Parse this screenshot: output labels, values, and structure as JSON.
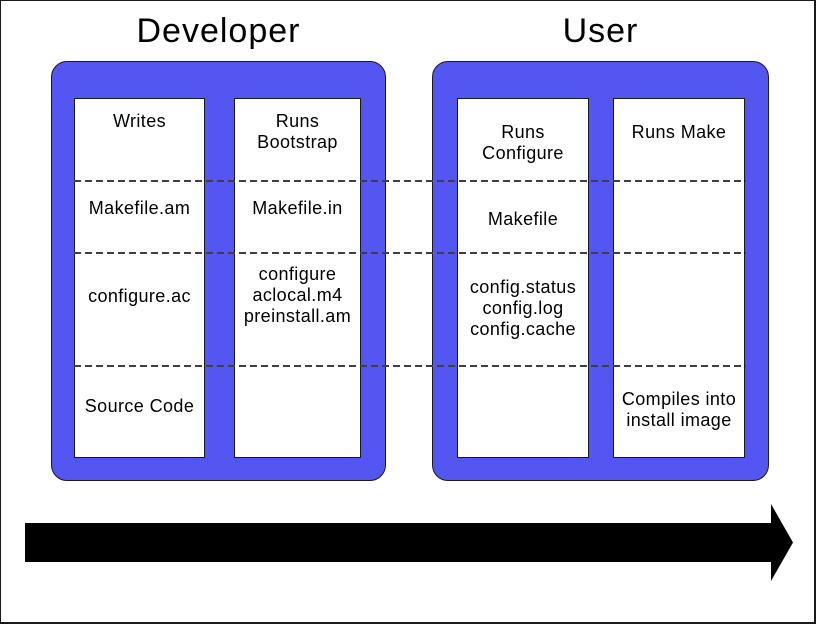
{
  "diagram": {
    "sections": [
      {
        "title": "Developer",
        "columns": [
          {
            "cells": [
              "Writes",
              "Makefile.am",
              "configure.ac",
              "Source Code"
            ]
          },
          {
            "cells": [
              "Runs\nBootstrap",
              "Makefile.in",
              "configure\naclocal.m4\npreinstall.am",
              ""
            ]
          }
        ]
      },
      {
        "title": "User",
        "columns": [
          {
            "cells": [
              "Runs\nConfigure",
              "Makefile",
              "config.status\nconfig.log\nconfig.cache",
              ""
            ]
          },
          {
            "cells": [
              "Runs Make",
              "",
              "",
              "Compiles into\ninstall image"
            ]
          }
        ]
      }
    ],
    "colors": {
      "container_fill": "#5456f1",
      "outline": "#1a1a1a",
      "dashed_line": "#3f3f3f",
      "arrow_fill": "#000000",
      "background": "#ffffff"
    }
  }
}
